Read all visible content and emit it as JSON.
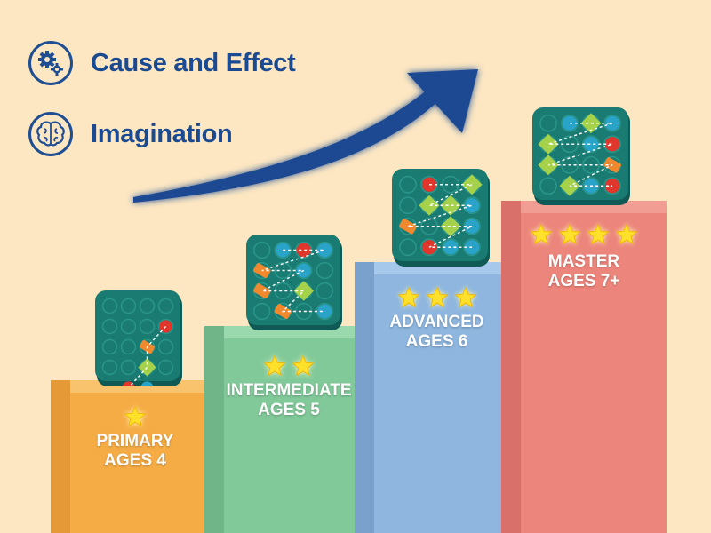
{
  "features": [
    {
      "label": "Cause and Effect",
      "icon": "gears-icon"
    },
    {
      "label": "Imagination",
      "icon": "brain-icon"
    }
  ],
  "levels": [
    {
      "name": "PRIMARY",
      "ages": "AGES 4",
      "stars": 1,
      "color": "#f5ac45"
    },
    {
      "name": "INTERMEDIATE",
      "ages": "AGES 5",
      "stars": 2,
      "color": "#82c99a"
    },
    {
      "name": "ADVANCED",
      "ages": "AGES 6",
      "stars": 3,
      "color": "#8eb6df"
    },
    {
      "name": "MASTER",
      "ages": "AGES 7+",
      "stars": 4,
      "color": "#ec857b"
    }
  ],
  "colors": {
    "navy": "#1a4a92",
    "background": "#fde7c2",
    "star": "#ffe02a",
    "board": "#1a7b72"
  }
}
